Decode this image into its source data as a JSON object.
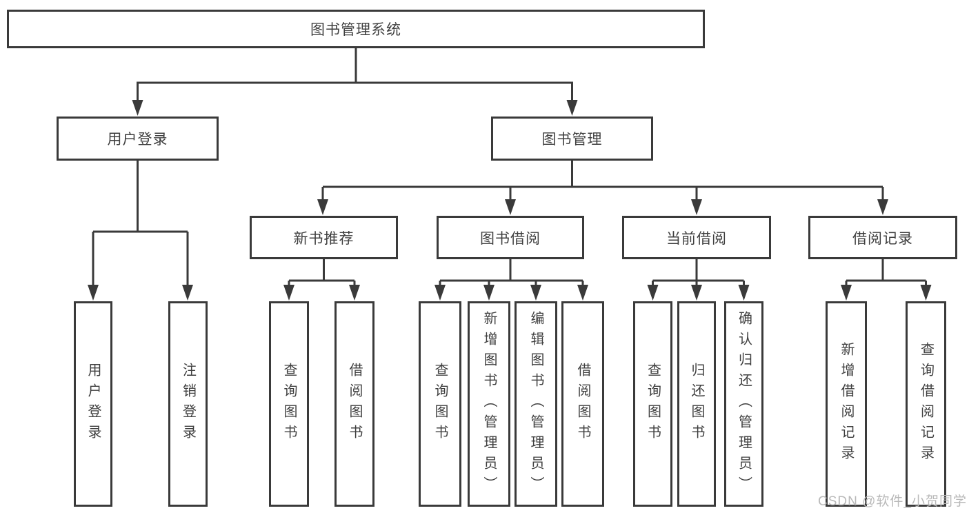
{
  "diagram": {
    "root": "图书管理系统",
    "branches": {
      "user_login": {
        "label": "用户登录",
        "children": [
          "用户登录",
          "注销登录"
        ]
      },
      "book_management": {
        "label": "图书管理",
        "sections": {
          "new_books": {
            "label": "新书推荐",
            "children": [
              "查询图书",
              "借阅图书"
            ]
          },
          "borrowing": {
            "label": "图书借阅",
            "children": [
              "查询图书",
              "新增图书（管理员）",
              "编辑图书（管理员）",
              "借阅图书"
            ]
          },
          "current": {
            "label": "当前借阅",
            "children": [
              "查询图书",
              "归还图书",
              "确认归还（管理员）"
            ]
          },
          "records": {
            "label": "借阅记录",
            "children": [
              "新增借阅记录",
              "查询借阅记录"
            ]
          }
        }
      }
    }
  },
  "colors": {
    "line": "#3a3a3a",
    "text": "#3f3f3f",
    "watermark": "#b9b9b9"
  },
  "watermark": "CSDN @软件_小贺同学"
}
